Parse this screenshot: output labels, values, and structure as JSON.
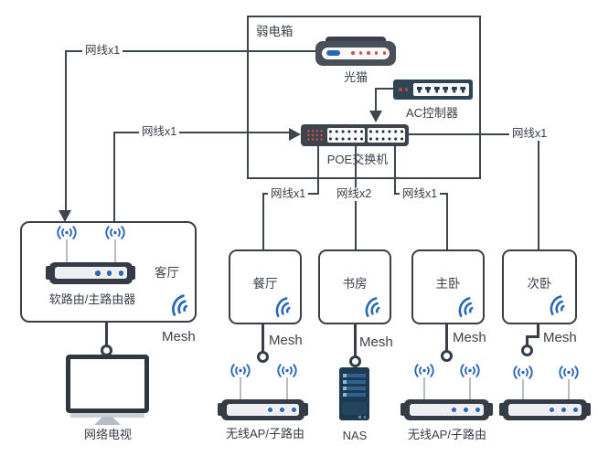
{
  "weak_box_label": "弱电箱",
  "devices": {
    "modem": "光猫",
    "ac": "AC控制器",
    "switch": "POE交换机",
    "main_router": "软路由/主路由器",
    "tv": "网络电视",
    "nas": "NAS",
    "ap1": "无线AP/子路由",
    "ap2": "无线AP/子路由"
  },
  "lounge": {
    "name": "客厅",
    "mesh": "Mesh"
  },
  "cables": {
    "modem_to_router": "网线x1",
    "router_to_switch": "网线x1",
    "switch_to_second": "网线x1"
  },
  "rooms": [
    {
      "name": "餐厅",
      "cable": "网线x1",
      "mesh": "Mesh"
    },
    {
      "name": "书房",
      "cable": "网线x2",
      "mesh": "Mesh"
    },
    {
      "name": "主卧",
      "cable": "网线x1",
      "mesh": "Mesh"
    },
    {
      "name": "次卧",
      "mesh": "Mesh"
    }
  ],
  "colors": {
    "line": "#3f454d",
    "blue": "#2b67b5",
    "red": "#cd564c"
  }
}
